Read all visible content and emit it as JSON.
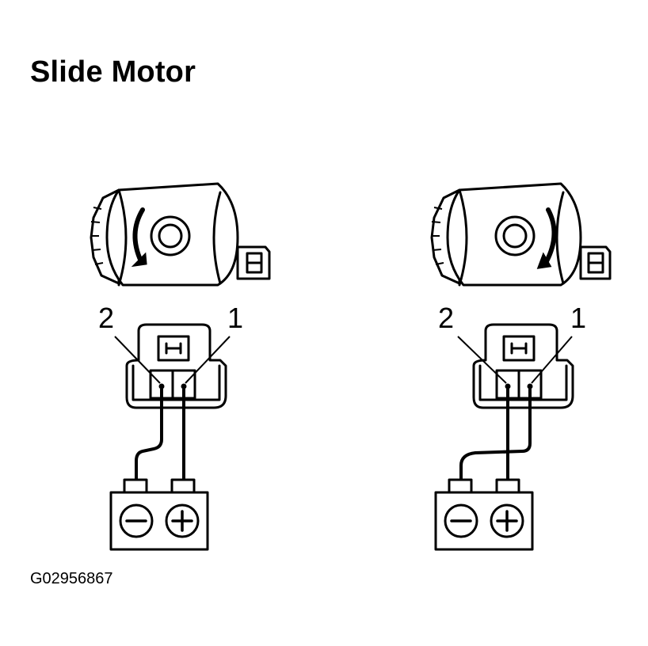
{
  "title": "Slide Motor",
  "figure_code": "G02956867",
  "diagrams": [
    {
      "name": "left",
      "pin_labels": [
        "2",
        "1"
      ],
      "battery_terminals": [
        "−",
        "+"
      ],
      "rotation": "counterclockwise"
    },
    {
      "name": "right",
      "pin_labels": [
        "2",
        "1"
      ],
      "battery_terminals": [
        "−",
        "+"
      ],
      "rotation": "clockwise"
    }
  ],
  "colors": {
    "line": "#000000",
    "background": "#ffffff"
  }
}
